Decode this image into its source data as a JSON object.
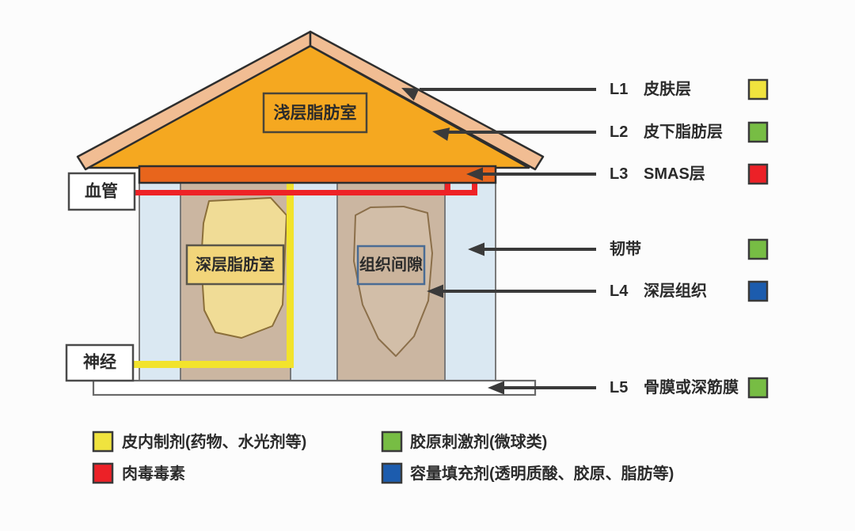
{
  "diagram": {
    "house": {
      "roof_label": "浅层脂肪室",
      "deep_fat_label": "深层脂肪室",
      "tissue_gap_label": "组织间隙"
    },
    "callouts": {
      "vessel": "血管",
      "nerve": "神经"
    },
    "annotations": [
      {
        "prefix": "L1",
        "name": "皮肤层",
        "color": "#F0E33E"
      },
      {
        "prefix": "L2",
        "name": "皮下脂肪层",
        "color": "#77BD44"
      },
      {
        "prefix": "L3",
        "name": "SMAS层",
        "color": "#EC2127"
      },
      {
        "prefix": "",
        "name": "韧带",
        "color": "#77BD44"
      },
      {
        "prefix": "L4",
        "name": "深层组织",
        "color": "#1C5CAE"
      },
      {
        "prefix": "L5",
        "name": "骨膜或深筋膜",
        "color": "#77BD44"
      }
    ],
    "legend": [
      {
        "label": "皮内制剂(药物、水光剂等)",
        "color": "#F0E33E"
      },
      {
        "label": "肉毒毒素",
        "color": "#EC2127"
      },
      {
        "label": "胶原刺激剂(微球类)",
        "color": "#77BD44"
      },
      {
        "label": "容量填充剂(透明质酸、胶原、脂肪等)",
        "color": "#1C5CAE"
      }
    ],
    "colors": {
      "roof": "#F5A820",
      "trim": "#F1BD93",
      "smas_band": "#E8651C",
      "wall": "#DAE8F2",
      "column": "#CBB6A1",
      "fat_blob": "#F0DC96",
      "tissue_blob": "#D2BEA8",
      "vessel_line": "#EE2226",
      "nerve_line": "#F2E32C",
      "outline": "#2E2E2E",
      "arrow": "#3A3A3A"
    }
  }
}
